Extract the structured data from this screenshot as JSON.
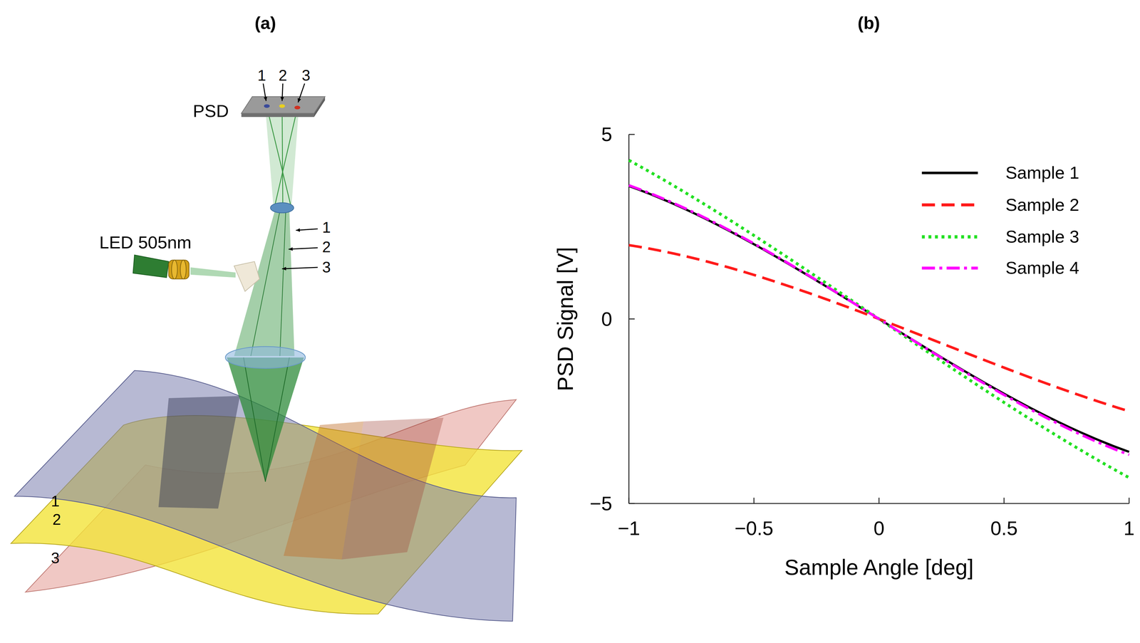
{
  "diagram": {
    "labels": [
      "(a)",
      "(b)",
      "1",
      "2",
      "3",
      "PSD",
      "LED 505nm",
      "1",
      "2",
      "3",
      "1",
      "2",
      "3",
      "5",
      "0",
      "−5",
      "−1",
      "−0.5",
      "0",
      "0.5",
      "1",
      "PSD Signal [V]",
      "Sample Angle [deg]"
    ],
    "legend": [
      {
        "text": "Sample 1"
      },
      {
        "text": "Sample 2"
      },
      {
        "text": "Sample 3"
      },
      {
        "text": "Sample 4"
      }
    ]
  }
}
